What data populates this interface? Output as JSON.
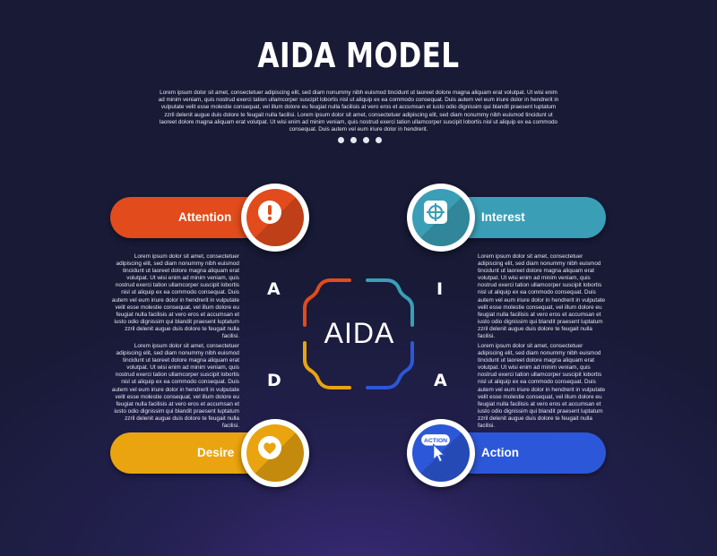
{
  "header": {
    "title": "AIDA MODEL",
    "intro": "Lorem ipsum dolor sit amet, consectetuer adipiscing elit, sed diam nonummy nibh euismod tincidunt ut laoreet dolore magna aliquam erat volutpat. Ut wisi enim ad minim veniam, quis nostrud exerci tation ullamcorper suscipit lobortis nisl ut aliquip ex ea commodo consequat. Duis autem vel eum iriure dolor in hendrerit in vulputate velit esse molestie consequat, vel illum dolore eu feugiat nulla facilisis at vero eros et accumsan et iusto odio dignissim qui blandit praesent luptatum zzril delenit augue duis dolore te feugait nulla facilisi. Lorem ipsum dolor sit amet, consectetuer adipiscing elit, sed diam nonummy nibh euismod tincidunt ut laoreet dolore magna aliquam erat volutpat. Ut wisi enim ad minim veniam, quis nostrud exerci tation ullamcorper suscipit lobortis nisl ut aliquip ex ea commodo consequat. Duis autem vel eum iriure dolor in hendrerit."
  },
  "center": {
    "label": "AIDA"
  },
  "stages": [
    {
      "key": "attention",
      "label": "Attention",
      "letter": "A",
      "color": "#e24b1c",
      "icon": "exclamation-icon",
      "text": "Lorem ipsum dolor sit amet, consectetuer adipiscing elit, sed diam nonummy nibh euismod tincidunt ut laoreet dolore magna aliquam erat volutpat. Ut wisi enim ad minim veniam, quis nostrud exerci tation ullamcorper suscipit lobortis nisl ut aliquip ex ea commodo consequat. Duis autem vel eum iriure dolor in hendrerit in vulputate velit esse molestie consequat, vel illum dolore eu feugiat nulla facilisis at vero eros et accumsan et iusto odio dignissim qui blandit praesent luptatum zzril delenit augue duis dolore te feugait nulla facilisi."
    },
    {
      "key": "interest",
      "label": "Interest",
      "letter": "I",
      "color": "#3a9fb6",
      "icon": "crosshair-target-icon",
      "text": "Lorem ipsum dolor sit amet, consectetuer adipiscing elit, sed diam nonummy nibh euismod tincidunt ut laoreet dolore magna aliquam erat volutpat. Ut wisi enim ad minim veniam, quis nostrud exerci tation ullamcorper suscipit lobortis nisl ut aliquip ex ea commodo consequat. Duis autem vel eum iriure dolor in hendrerit in vulputate velit esse molestie consequat, vel illum dolore eu feugiat nulla facilisis at vero eros et accumsan et iusto odio dignissim qui blandit praesent luptatum zzril delenit augue duis dolore te feugait nulla facilisi."
    },
    {
      "key": "desire",
      "label": "Desire",
      "letter": "D",
      "color": "#e9a40f",
      "icon": "heart-icon",
      "text": "Lorem ipsum dolor sit amet, consectetuer adipiscing elit, sed diam nonummy nibh euismod tincidunt ut laoreet dolore magna aliquam erat volutpat. Ut wisi enim ad minim veniam, quis nostrud exerci tation ullamcorper suscipit lobortis nisl ut aliquip ex ea commodo consequat. Duis autem vel eum iriure dolor in hendrerit in vulputate velit esse molestie consequat, vel illum dolore eu feugiat nulla facilisis at vero eros et accumsan et iusto odio dignissim qui blandit praesent luptatum zzril delenit augue duis dolore te feugait nulla facilisi."
    },
    {
      "key": "action",
      "label": "Action",
      "letter": "A",
      "color": "#2c57d8",
      "icon": "action-button-cursor-icon",
      "icon_text": "ACTION",
      "text": "Lorem ipsum dolor sit amet, consectetuer adipiscing elit, sed diam nonummy nibh euismod tincidunt ut laoreet dolore magna aliquam erat volutpat. Ut wisi enim ad minim veniam, quis nostrud exerci tation ullamcorper suscipit lobortis nisl ut aliquip ex ea commodo consequat. Duis autem vel eum iriure dolor in hendrerit in vulputate velit esse molestie consequat, vel illum dolore eu feugiat nulla facilisis at vero eros et accumsan et iusto odio dignissim qui blandit praesent luptatum zzril delenit augue duis dolore te feugait nulla facilisi."
    }
  ]
}
